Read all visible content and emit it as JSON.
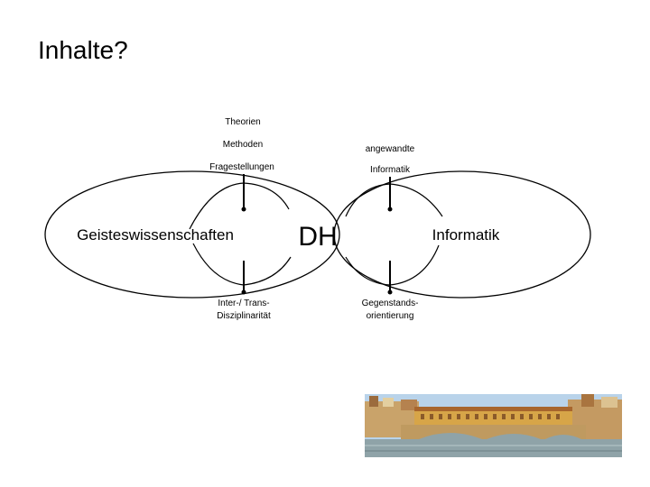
{
  "slide": {
    "title": "Inhalte?"
  },
  "diagram": {
    "top_terms": [
      "Theorien",
      "Methoden",
      "Fragestellungen"
    ],
    "right_top_line1": "angewandte",
    "right_top_line2": "Informatik",
    "left_circle": "Geisteswissenschaften",
    "center": "DH",
    "right_circle": "Informatik",
    "bottom_left_line1": "Inter-/ Trans-",
    "bottom_left_line2": "Disziplinarität",
    "bottom_right_line1": "Gegenstands-",
    "bottom_right_line2": "orientierung"
  },
  "colors": {
    "stroke": "#000000",
    "sky": "#b9d3ea",
    "water": "#8fa3a8",
    "bridge": "#d7a548",
    "buildings": "#c9a36a"
  }
}
